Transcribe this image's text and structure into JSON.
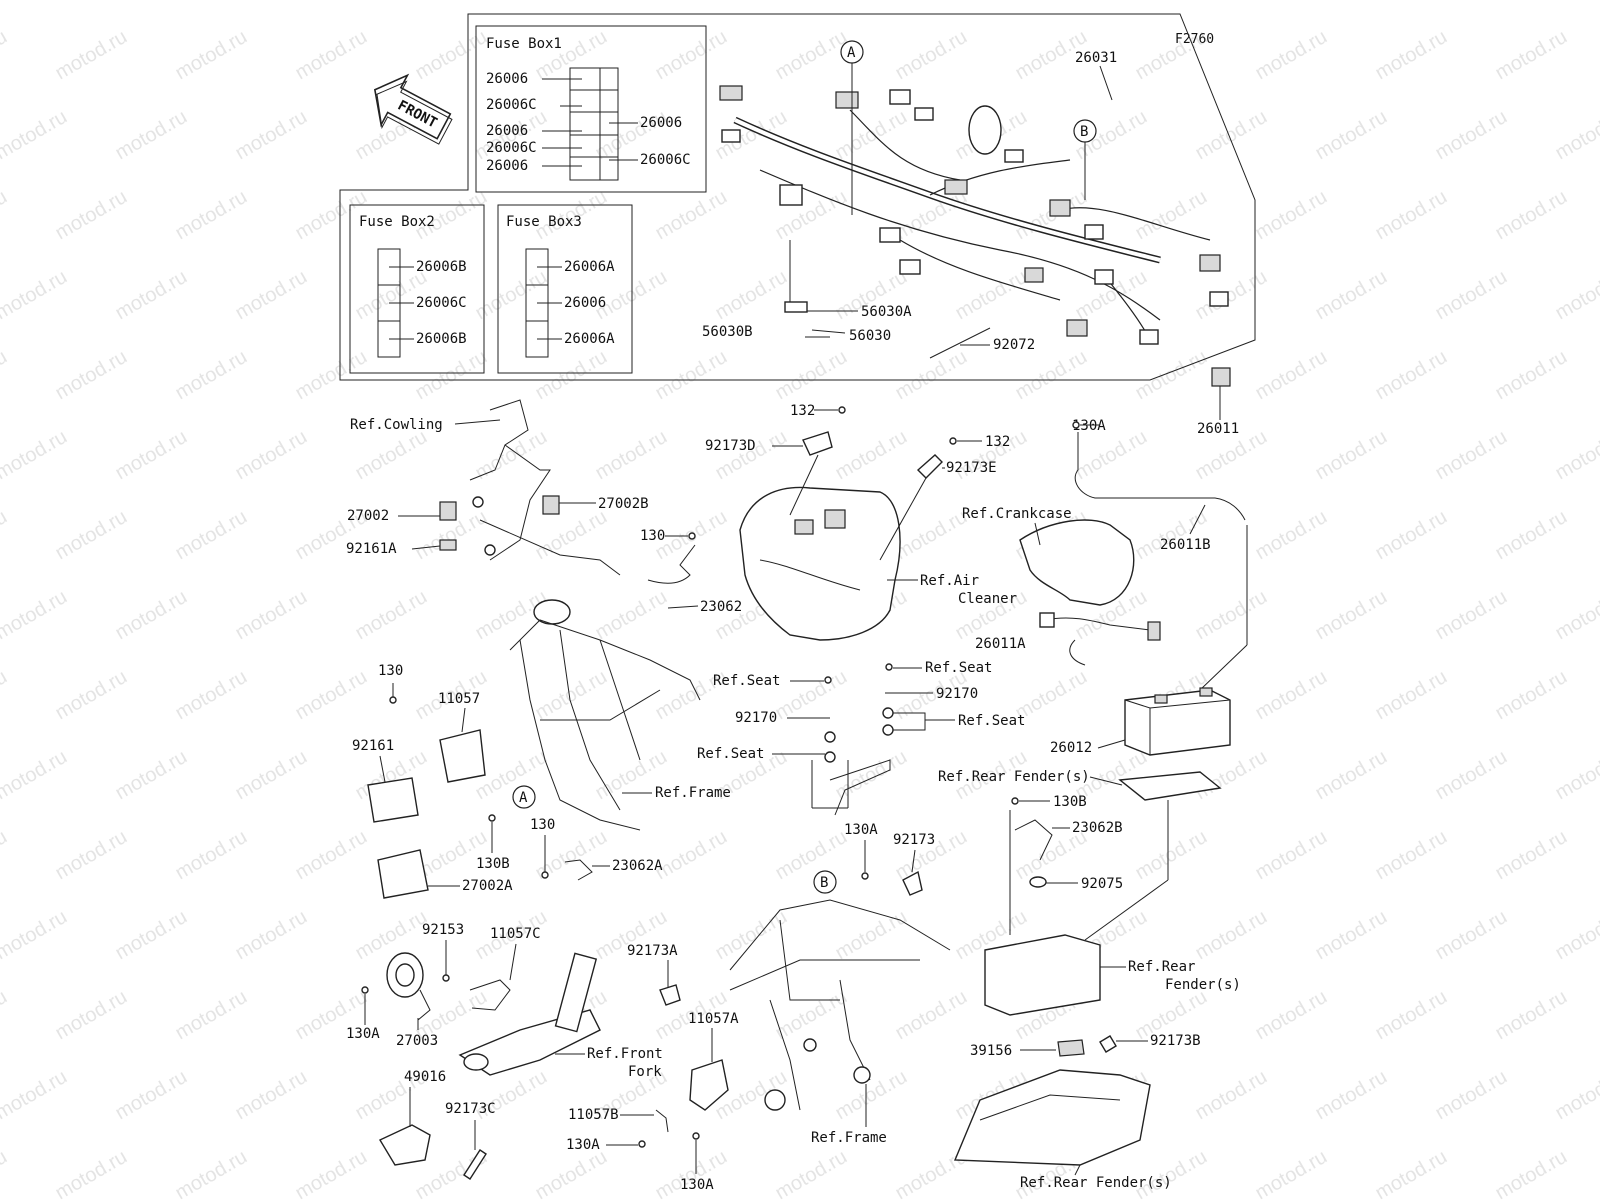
{
  "figure_code": "F2760",
  "front_label": "FRONT",
  "watermark_text": "motod.ru",
  "fuse_boxes": {
    "box1": {
      "title": "Fuse Box1",
      "left_labels": [
        "26006",
        "26006C",
        "26006",
        "26006C",
        "26006"
      ],
      "right_labels": [
        "26006",
        "26006C"
      ]
    },
    "box2": {
      "title": "Fuse Box2",
      "labels": [
        "26006B",
        "26006C",
        "26006B"
      ]
    },
    "box3": {
      "title": "Fuse Box3",
      "labels": [
        "26006A",
        "26006",
        "26006A"
      ]
    }
  },
  "markers": {
    "a": "A",
    "b": "B"
  },
  "labels": {
    "l26031": "26031",
    "l56030a": "56030A",
    "l56030b": "56030B",
    "l56030": "56030",
    "l92072": "92072",
    "l26011": "26011",
    "l132a": "132",
    "l92173d": "92173D",
    "l132b": "132",
    "l92173e": "92173E",
    "l130a_top": "130A",
    "ref_crankcase": "Ref.Crankcase",
    "l26011b": "26011B",
    "ref_air1": "Ref.Air",
    "ref_air2": "Cleaner",
    "l130_top": "130",
    "l23062": "23062",
    "ref_cowling": "Ref.Cowling",
    "l27002": "27002",
    "l27002b": "27002B",
    "l92161a": "92161A",
    "l26011a": "26011A",
    "ref_seat1": "Ref.Seat",
    "ref_seat2": "Ref.Seat",
    "l92170a": "92170",
    "l92170b": "92170",
    "ref_seat3": "Ref.Seat",
    "ref_seat4": "Ref.Seat",
    "l26012": "26012",
    "ref_rear1": "Ref.Rear Fender(s)",
    "l130": "130",
    "l11057": "11057",
    "l92161": "92161",
    "ref_frame1": "Ref.Frame",
    "l130b": "130B",
    "l130_mid": "130",
    "l23062a": "23062A",
    "l27002a": "27002A",
    "l130a_mid": "130A",
    "l92173": "92173",
    "l130b_r": "130B",
    "l23062b": "23062B",
    "l92075": "92075",
    "l92153": "92153",
    "l11057c": "11057C",
    "l92173a": "92173A",
    "ref_rear2a": "Ref.Rear",
    "ref_rear2b": "Fender(s)",
    "l130a_l": "130A",
    "l27003": "27003",
    "ref_fork1": "Ref.Front",
    "ref_fork2": "Fork",
    "l11057a": "11057A",
    "l39156": "39156",
    "l92173b": "92173B",
    "l49016": "49016",
    "l92173c": "92173C",
    "l11057b": "11057B",
    "l130a_b1": "130A",
    "l130a_b2": "130A",
    "ref_frame2": "Ref.Frame",
    "ref_rear3": "Ref.Rear Fender(s)"
  }
}
